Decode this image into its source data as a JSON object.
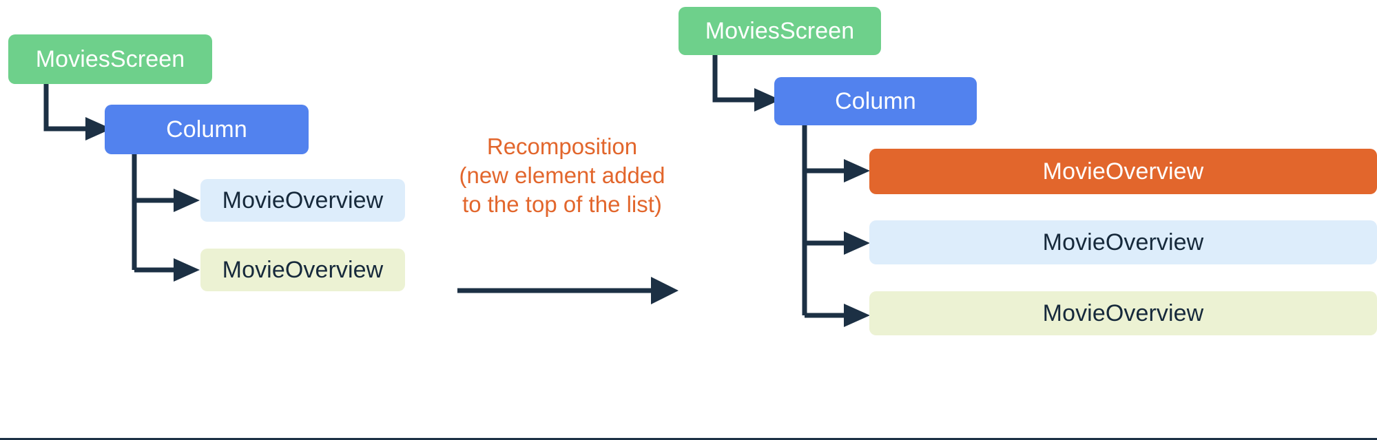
{
  "diagram": {
    "type": "recomposition-before-after",
    "accent_color": "#e2662c",
    "stroke_color": "#1c3044",
    "left_tree": {
      "root": {
        "label": "MoviesScreen",
        "color": "#6ed08b",
        "text_color": "#ffffff"
      },
      "child": {
        "label": "Column",
        "color": "#5282ee",
        "text_color": "#ffffff"
      },
      "leaves": [
        {
          "label": "MovieOverview",
          "color": "#ddedfb",
          "text_color": "#16293b"
        },
        {
          "label": "MovieOverview",
          "color": "#ecf2d3",
          "text_color": "#16293b"
        }
      ]
    },
    "transition": {
      "lines": [
        "Recomposition",
        "(new element added",
        "to the top of the list)"
      ],
      "arrow": "right-arrow"
    },
    "right_tree": {
      "root": {
        "label": "MoviesScreen",
        "color": "#6ed08b",
        "text_color": "#ffffff"
      },
      "child": {
        "label": "Column",
        "color": "#5282ee",
        "text_color": "#ffffff"
      },
      "leaves": [
        {
          "label": "MovieOverview",
          "color": "#e2662c",
          "text_color": "#ffffff"
        },
        {
          "label": "MovieOverview",
          "color": "#ddedfb",
          "text_color": "#16293b"
        },
        {
          "label": "MovieOverview",
          "color": "#ecf2d3",
          "text_color": "#16293b"
        }
      ]
    }
  }
}
